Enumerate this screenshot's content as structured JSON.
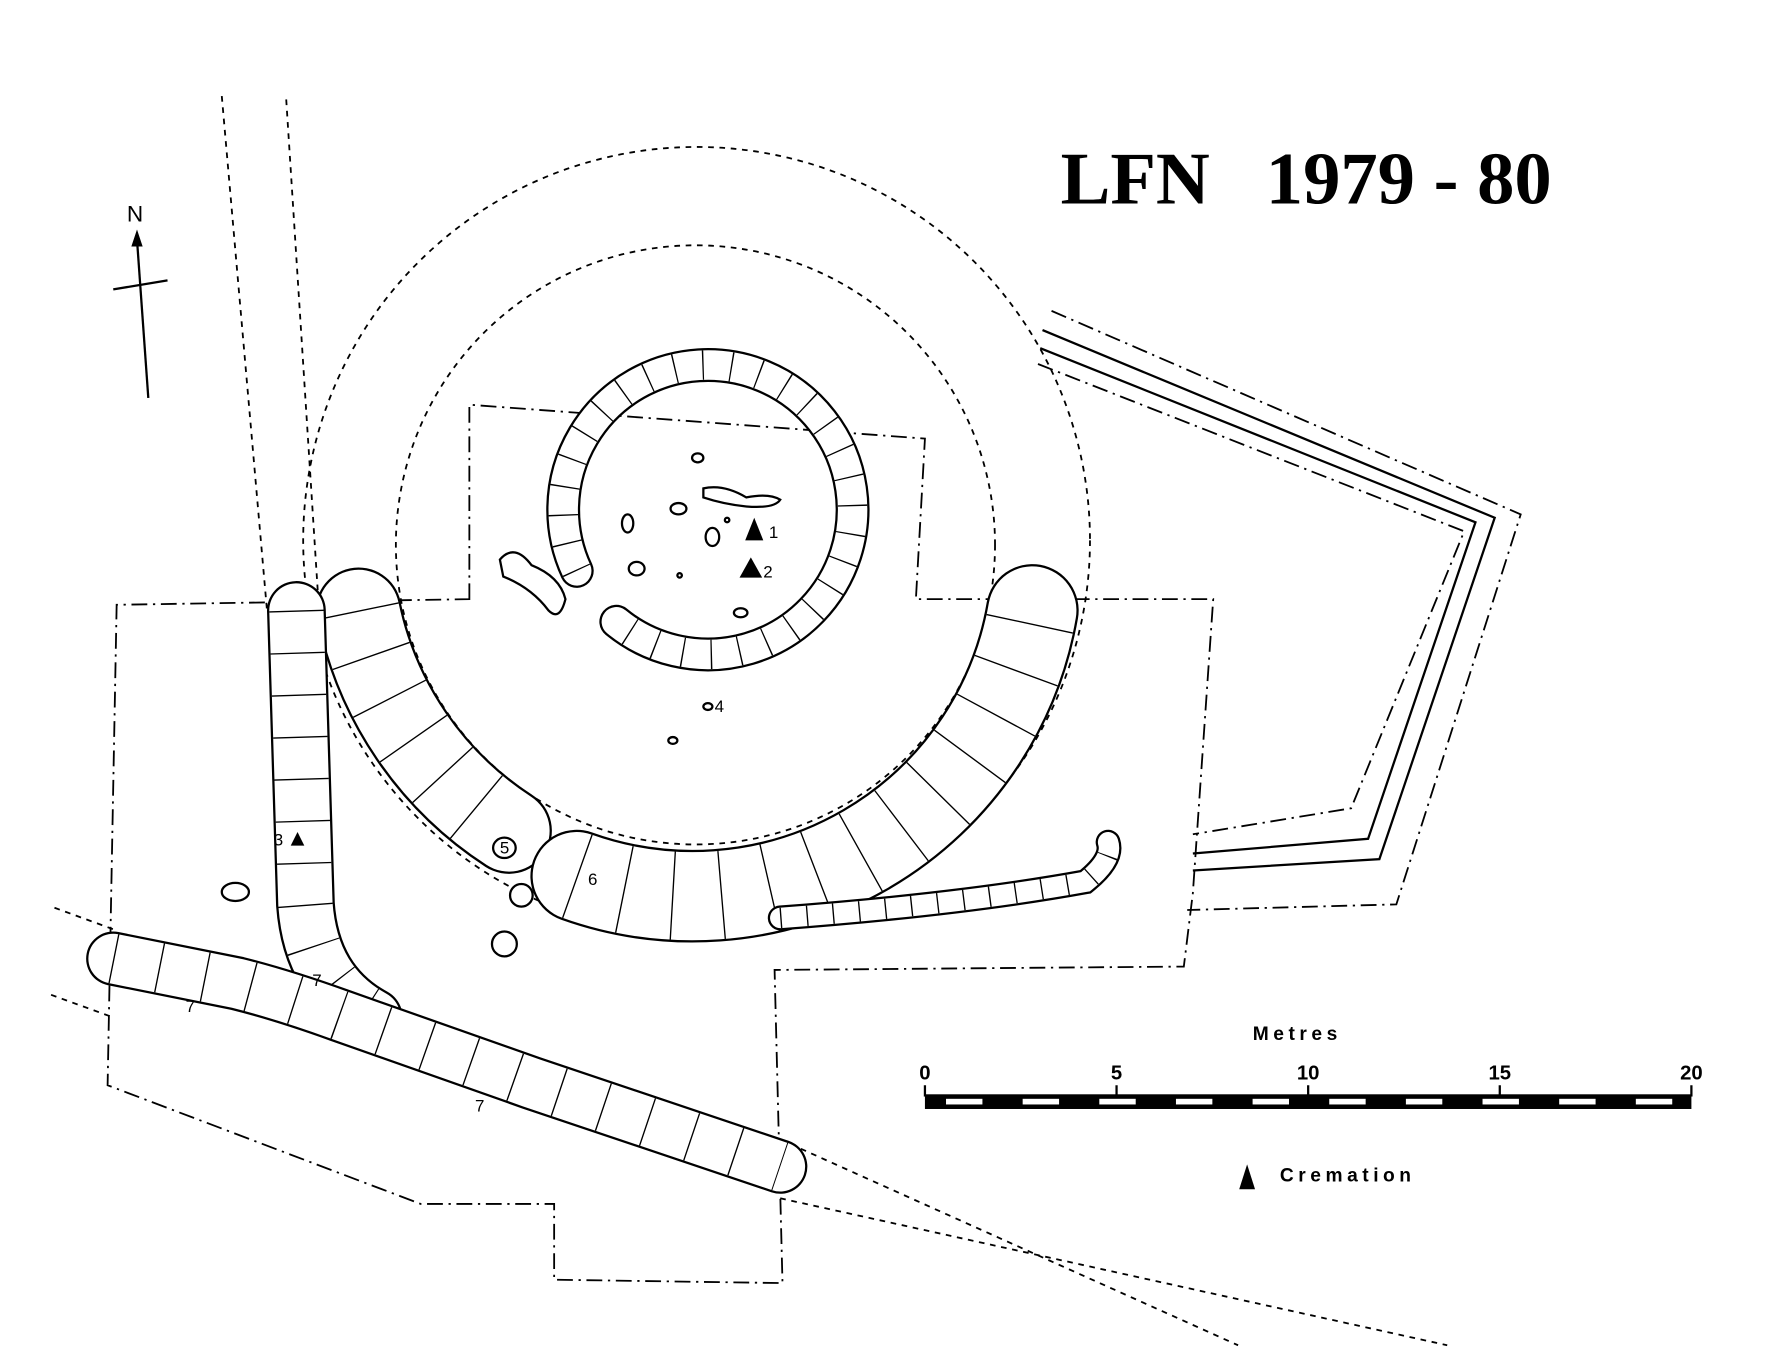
{
  "title": "LFN   1979 - 80",
  "north_label": "N",
  "feature_labels": {
    "f1": "1",
    "f2": "2",
    "f3": "3",
    "f4": "4",
    "f5": "5",
    "f6": "6",
    "f7a": "7",
    "f7b": "7",
    "f7c": "7"
  },
  "scale": {
    "unit_label": "Metres",
    "ticks": [
      "0",
      "5",
      "10",
      "15",
      "20"
    ],
    "max_value": 20
  },
  "legend": {
    "cremation_label": "Cremation",
    "cremation_icon": "filled-triangle"
  }
}
